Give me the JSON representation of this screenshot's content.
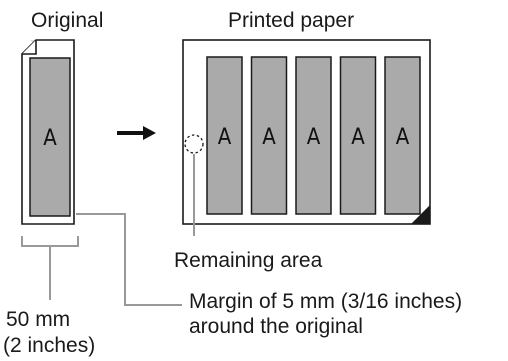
{
  "labels": {
    "original": "Original",
    "printed_paper": "Printed paper",
    "remaining_area": "Remaining area",
    "margin_line1": "Margin of 5 mm (3/16 inches)",
    "margin_line2": "around the original",
    "width_mm": "50 mm",
    "width_in": "(2 inches)"
  },
  "glyph": "A",
  "repeat_count": 5,
  "colors": {
    "image_fill": "#aaaaaa",
    "stroke": "#1a1a1a",
    "leader_line": "#999999"
  }
}
